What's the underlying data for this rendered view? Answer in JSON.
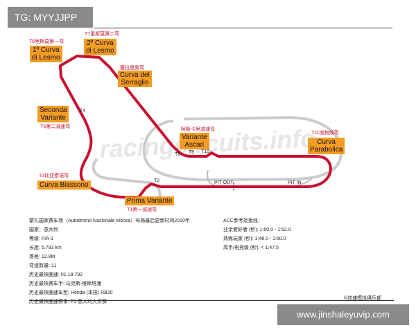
{
  "watermark_top": "TG: MYYJJPP",
  "watermark_bottom": "www.jinshaleyuvip.com",
  "background_watermark": "racingcircuits.info",
  "colors": {
    "track": "#c8102e",
    "label_bg": "#f39c24",
    "badge_bg": "#8a8a8a"
  },
  "corners": [
    {
      "turn": "T6里斯莫第一弯",
      "name_lines": [
        "1º Curva",
        "di Lesmo"
      ]
    },
    {
      "turn": "T7里斯莫第二弯",
      "name_lines": [
        "2º Curva",
        "di Lesmo"
      ]
    },
    {
      "turn": "塞拉里奥弯",
      "name_lines": [
        "Curva del",
        "Serraglio"
      ]
    },
    {
      "turn": "T5第二减速弯",
      "name_lines": [
        "Seconda",
        "Variante"
      ]
    },
    {
      "turn": "阿斯卡里减速弯",
      "name_lines": [
        "Variante",
        "Ascari"
      ]
    },
    {
      "turn": "T11抛物线弯",
      "name_lines": [
        "Curva",
        "Parabolica"
      ]
    },
    {
      "turn": "T3比亚索诺弯",
      "name_lines": [
        "Curva Biassono"
      ]
    },
    {
      "turn": "T1第一减速弯",
      "name_lines": [
        "Prima Variante"
      ]
    }
  ],
  "track_labels": {
    "t4": "T4",
    "t2": "T2",
    "t8": "T8",
    "t9": "T9",
    "t10": "T10",
    "pit_out": "PIT OUT",
    "pit_in": "PIT IN"
  },
  "info_left": [
    "蒙扎国家赛车场（Autodromo Nazionale Monza）布局最后更新时间2010年",
    "国家：意大利",
    "等级: FIA-1",
    "长度: 5.793 km",
    "落差: 12.8M",
    "弯道数量: 11",
    "历史最快圈速: 01:18.792",
    "历史最快赛车手: 马克斯-维斯塔潘",
    "历史最快圈速车型: Honda (本田) RB20",
    "历史最快圈速赛事: F1 意大利大奖赛"
  ],
  "info_right": [
    "ACC参考及指线：",
    "业余爱好者 (秒): 1:50.0 - 1:52.0",
    "熟练玩家 (秒): 1:48.0 - 1:50.0",
    "高手/电竞级 (秒): < 1:47.5"
  ],
  "copyright": "©炫速模拟俱乐部"
}
